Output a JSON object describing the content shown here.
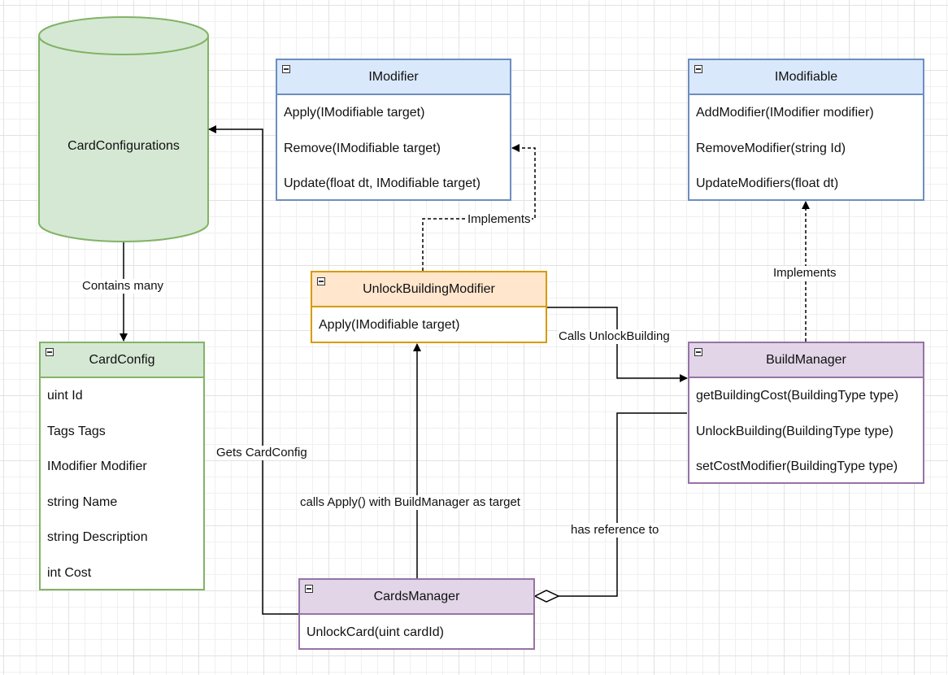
{
  "diagram": {
    "database": {
      "name": "CardConfigurations"
    },
    "classes": {
      "imodifier": {
        "title": "IModifier",
        "members": [
          "Apply(IModifiable target)",
          "Remove(IModifiable target)",
          "Update(float dt, IModifiable target)"
        ]
      },
      "imodifiable": {
        "title": "IModifiable",
        "members": [
          "AddModifier(IModifier modifier)",
          "RemoveModifier(string Id)",
          "UpdateModifiers(float dt)"
        ]
      },
      "unlock_building_modifier": {
        "title": "UnlockBuildingModifier",
        "members": [
          "Apply(IModifiable target)"
        ]
      },
      "build_manager": {
        "title": "BuildManager",
        "members": [
          "getBuildingCost(BuildingType type)",
          "UnlockBuilding(BuildingType type)",
          "setCostModifier(BuildingType type)"
        ]
      },
      "card_config": {
        "title": "CardConfig",
        "members": [
          "uint Id",
          "Tags Tags",
          "IModifier Modifier",
          "string Name",
          "string Description",
          "int Cost"
        ]
      },
      "cards_manager": {
        "title": "CardsManager",
        "members": [
          "UnlockCard(uint cardId)"
        ]
      }
    },
    "edge_labels": {
      "contains_many": "Contains many",
      "gets_cardconfig": "Gets CardConfig",
      "implements_imodifier": "Implements",
      "implements_imodifiable": "Implements",
      "calls_unlock_building": "Calls UnlockBuilding",
      "calls_apply": "calls Apply() with BuildManager as target",
      "has_reference": "has reference to"
    },
    "colors": {
      "interface_fill": "#dae8fc",
      "interface_stroke": "#6c8ebf",
      "modifier_fill": "#ffe6cc",
      "modifier_stroke": "#d79b00",
      "manager_fill": "#e1d5e7",
      "manager_stroke": "#9673a6",
      "data_fill": "#d5e8d4",
      "data_stroke": "#82b366"
    }
  }
}
